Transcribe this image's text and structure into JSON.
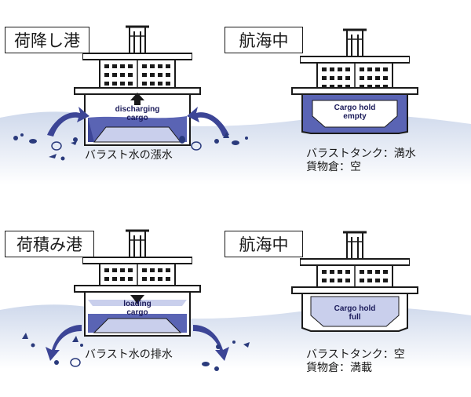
{
  "panels": [
    {
      "id": "unloading_port",
      "title": "荷降し港",
      "hold_line1": "discharging",
      "hold_line2": "cargo",
      "caption": "バラスト水の漲水"
    },
    {
      "id": "voyage_empty",
      "title": "航海中",
      "hold_line1": "Cargo hold",
      "hold_line2": "empty",
      "caption_line1": "バラストタンク：満水",
      "caption_line2": "貨物倉：空"
    },
    {
      "id": "loading_port",
      "title": "荷積み港",
      "hold_line1": "loading",
      "hold_line2": "cargo",
      "caption": "バラスト水の排水"
    },
    {
      "id": "voyage_full",
      "title": "航海中",
      "hold_line1": "Cargo hold",
      "hold_line2": "full",
      "caption_line1": "バラストタンク：空",
      "caption_line2": "貨物倉：満載"
    }
  ],
  "icons": [
    "ship-icon",
    "arrow-in-icon",
    "arrow-out-icon",
    "marine-organism-icon"
  ],
  "colors": {
    "water": "#d9e2f1",
    "ballast": "#5a64b4",
    "cargo": "#c9cfec",
    "ink": "#1a1a1a"
  }
}
